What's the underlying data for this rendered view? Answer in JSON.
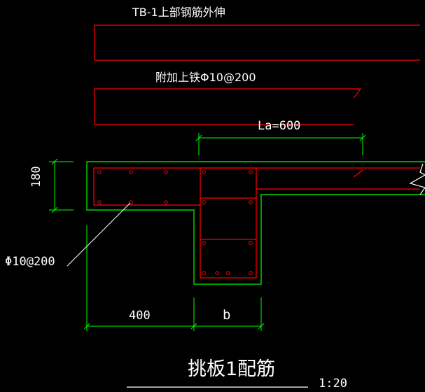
{
  "labels": {
    "top_rebar": "TB-1上部钢筋外伸",
    "additional_rebar": "附加上铁Φ10@200",
    "anchorage": "La=600",
    "slab_thickness": "180",
    "distribution_bar": "Φ10@200",
    "width_left": "400",
    "width_beam": "b",
    "title": "挑板1配筋",
    "scale": "1:20"
  },
  "colors": {
    "background": "#000000",
    "concrete_outline": "#00ff00",
    "rebar": "#ff0000",
    "text": "#ffffff",
    "leader": "#ffffff"
  }
}
